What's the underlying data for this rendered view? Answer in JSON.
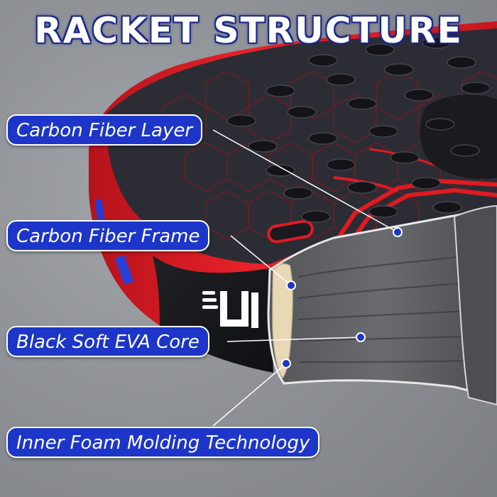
{
  "title": "RACKET STRUCTURE",
  "labels": {
    "carbon_fiber_layer": "Carbon Fiber Layer",
    "carbon_fiber_frame": "Carbon Fiber Frame",
    "black_soft_eva_core": "Black Soft EVA Core",
    "inner_foam_molding": "Inner Foam Molding Technology"
  },
  "colors": {
    "label_background": "#1d36c9",
    "label_border": "#ffffff",
    "title_text": "#ffffff",
    "title_outline": "#1b2a8a",
    "racket_face": "#2c2d34",
    "racket_red": "#e01a22",
    "background": "#8e9196",
    "pointer_dot": "#1d36c9"
  }
}
